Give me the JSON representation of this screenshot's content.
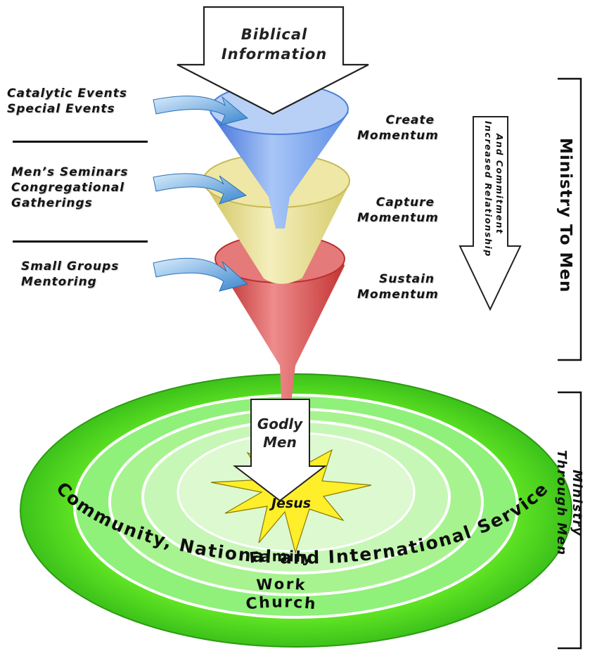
{
  "top_arrow": {
    "line1": "Biblical",
    "line2": "Information"
  },
  "inputs": [
    {
      "line1": "Catalytic Events",
      "line2": "Special Events",
      "line3": ""
    },
    {
      "line1": "Men’s Seminars",
      "line2": "Congregational",
      "line3": "Gatherings"
    },
    {
      "line1": "Small Groups",
      "line2": "Mentoring",
      "line3": ""
    }
  ],
  "stages": [
    {
      "line1": "Create",
      "line2": "Momentum"
    },
    {
      "line1": "Capture",
      "line2": "Momentum"
    },
    {
      "line1": "Sustain",
      "line2": "Momentum"
    }
  ],
  "down_arrow": {
    "line1": "Increased Relationship",
    "line2": "And Commitment"
  },
  "brackets": {
    "ministry_to_men": "Ministry To Men",
    "ministry_through_men_1": "Ministry",
    "ministry_through_men_2": "Through Men"
  },
  "godly_arrow": {
    "line1": "Godly",
    "line2": "Men"
  },
  "center": "Jesus",
  "rings": {
    "family": "Family",
    "work": "Work",
    "church": "Church",
    "outer": "Community, National and International Service"
  },
  "colors": {
    "outer_ring": "#57e01c",
    "ring_mid": "#8ff07a",
    "ring_inner": "#b6f5a2",
    "ring_core": "#dcf9cf",
    "funnel_blue": "#7aa7ee",
    "funnel_yellow": "#e9e09a",
    "funnel_red": "#d94a4a",
    "star": "#ffee2a",
    "input_arrow": "#5b9bd5"
  }
}
